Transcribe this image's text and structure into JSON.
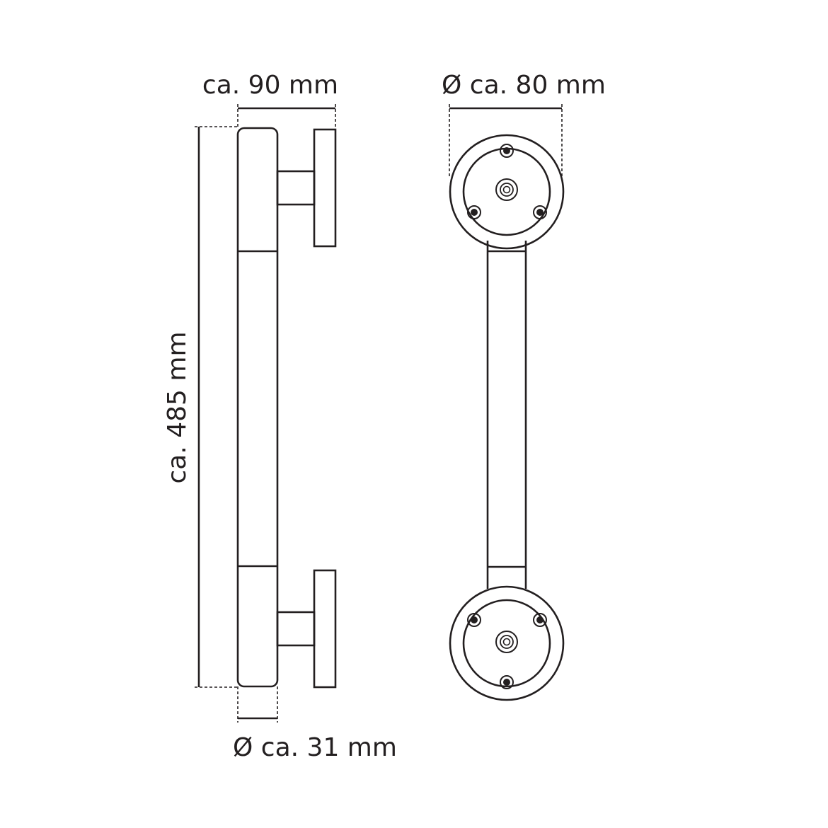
{
  "dimensions": {
    "depth_label": "ca. 90 mm",
    "diameter_rosette_label": "Ø ca. 80 mm",
    "length_label": "ca. 485 mm",
    "diameter_bar_label": "Ø ca. 31 mm"
  },
  "colors": {
    "ink": "#231f20",
    "background": "#ffffff"
  }
}
